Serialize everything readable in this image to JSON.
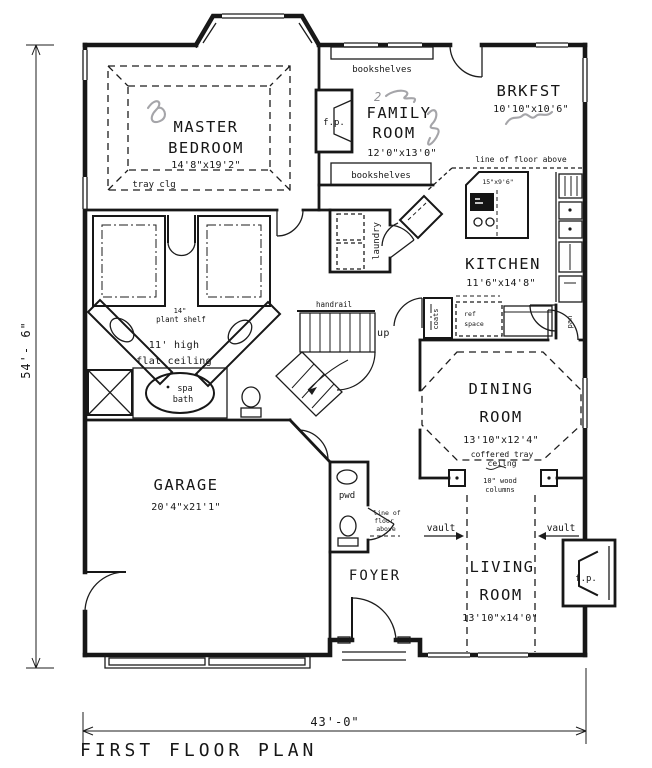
{
  "plan": {
    "title": "FIRST FLOOR PLAN",
    "overall_width": "43'-0\"",
    "overall_height": "54'- 6\""
  },
  "colors": {
    "ink": "#171717",
    "paper": "#ffffff",
    "pencil": "#8f8f93"
  },
  "rooms": {
    "master_bedroom": {
      "line1": "MASTER",
      "line2": "BEDROOM",
      "dims": "14'8\"x19'2\"",
      "note": "tray clg"
    },
    "family_room": {
      "line1": "FAMILY",
      "line2": "ROOM",
      "dims": "12'0\"x13'0\""
    },
    "breakfast": {
      "name": "BRKFST",
      "dims": "10'10\"x10'6\""
    },
    "kitchen": {
      "name": "KITCHEN",
      "dims": "11'6\"x14'8\""
    },
    "dining_room": {
      "line1": "DINING",
      "line2": "ROOM",
      "dims": "13'10\"x12'4\"",
      "note1": "coffered tray",
      "note2": "ceilng"
    },
    "living_room": {
      "line1": "LIVING",
      "line2": "ROOM",
      "dims": "13'10\"x14'0\""
    },
    "garage": {
      "name": "GARAGE",
      "dims": "20'4\"x21'1\""
    },
    "foyer": {
      "name": "FOYER"
    },
    "laundry": {
      "name": "laundry"
    },
    "powder": {
      "name": "pwd"
    }
  },
  "features": {
    "bookshelves_top": "bookshelves",
    "bookshelves_bottom": "bookshelves",
    "fireplace_family": "f.p.",
    "fireplace_living": "f.p.",
    "floor_above_kitchen": "line of floor above",
    "floor_above_foyer_1": "line of",
    "floor_above_foyer_2": "floor",
    "floor_above_foyer_3": "above",
    "island_size": "15\"x9'6\"",
    "plant_shelf_1": "14\"",
    "plant_shelf_2": "plant shelf",
    "ceiling_1": "11' high",
    "ceiling_2": "flat ceiling",
    "spa_1": "spa",
    "spa_2": "bath",
    "handrail": "handrail",
    "up": "up",
    "coats": "coats",
    "ref_1": "ref",
    "ref_2": "space",
    "pantry": "pan",
    "columns_1": "10\" wood",
    "columns_2": "columns",
    "vault_left": "vault",
    "vault_right": "vault"
  },
  "annotations": {
    "pen_mark": "2"
  }
}
